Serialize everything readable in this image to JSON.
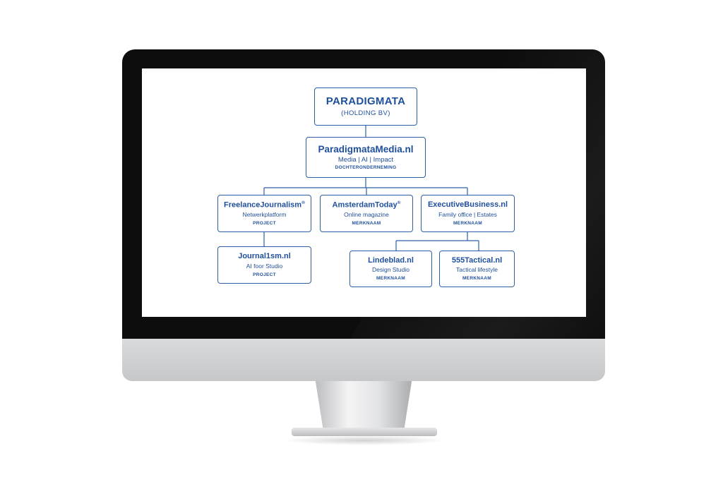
{
  "org_chart": {
    "holding": {
      "name": "PARADIGMATA",
      "desc": "(HOLDING BV)"
    },
    "media": {
      "name": "ParadigmataMedia.nl",
      "desc": "Media | AI | Impact",
      "tag": "DOCHTERONDERNEMING"
    },
    "freelance": {
      "name": "FreelanceJournalism",
      "reg": "®",
      "desc": "Netwerkplatform",
      "tag": "PROJECT"
    },
    "amsterdam": {
      "name": "AmsterdamToday",
      "reg": "®",
      "desc": "Online magazine",
      "tag": "MERKNAAM"
    },
    "executive": {
      "name": "ExecutiveBusiness.nl",
      "desc": "Family office | Estates",
      "tag": "MERKNAAM"
    },
    "journal": {
      "name": "Journal1sm.nl",
      "desc": "AI foor Studio",
      "tag": "PROJECT"
    },
    "lindeblad": {
      "name": "Lindeblad.nl",
      "desc": "Design Studio",
      "tag": "MERKNAAM"
    },
    "tactical": {
      "name": "555Tactical.nl",
      "desc": "Tactical lifestyle",
      "tag": "MERKNAAM"
    }
  },
  "colors": {
    "accent": "#2d5fa8",
    "text": "#1f4f9c",
    "bezel": "#0d0d0d",
    "chin": "#cfd0d2"
  }
}
